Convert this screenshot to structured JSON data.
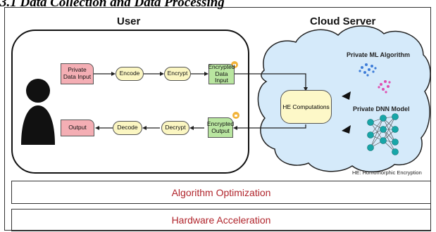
{
  "heading": "3.1 Data Collection and Data Processing",
  "user_title": "User",
  "server_title": "Cloud Server",
  "nodes": {
    "private_input": "Private Data Input",
    "encode": "Encode",
    "encrypt": "Encrypt",
    "encrypted_input": "Encrypted Data Input",
    "output": "Output",
    "decode": "Decode",
    "decrypt": "Decrypt",
    "encrypted_output": "Encrypted Output",
    "he": "HE Computations"
  },
  "labels": {
    "ml": "Private ML Algorithm",
    "dnn": "Private DNN Model"
  },
  "footnote": "HE: Homomorphic Encryption",
  "bars": {
    "algorithm": "Algorithm Optimization",
    "hardware": "Hardware Acceleration"
  },
  "colors": {
    "accent_text": "#b0242b",
    "cloud_fill": "#d5eafa",
    "input_fill": "#f4aeb4",
    "step_fill": "#fbf6c2",
    "encrypted_fill": "#b9e6a0",
    "nn_nodes": "#17a6a8"
  },
  "icons": [
    "user-silhouette-icon",
    "lock-icon",
    "pointer-arrow-icon",
    "scatter-cluster-icon",
    "neural-network-icon"
  ]
}
